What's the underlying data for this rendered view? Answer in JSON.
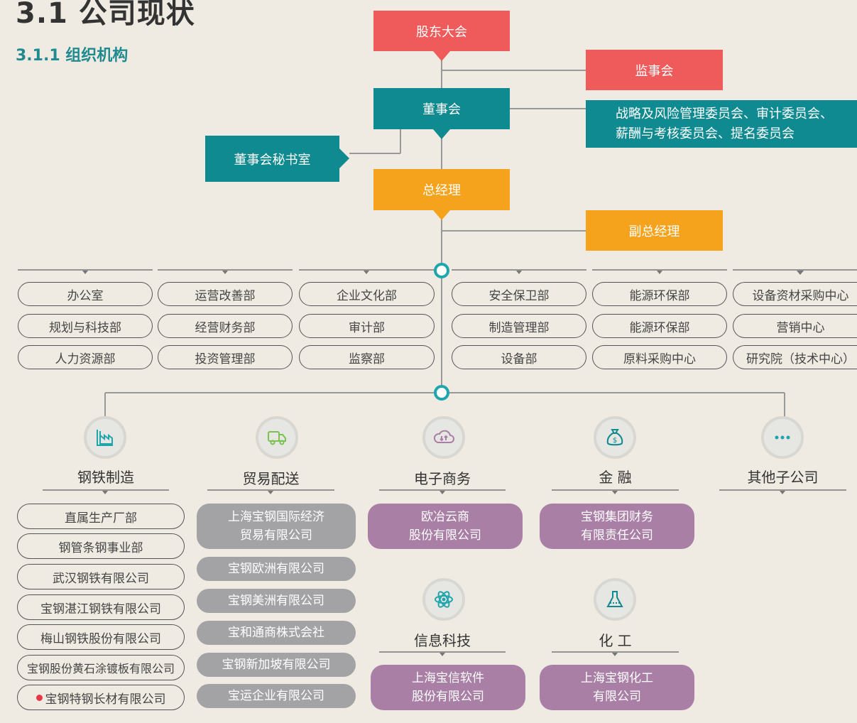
{
  "page": {
    "title": "3.1 公司现状",
    "subtitle": "3.1.1 组织机构"
  },
  "governance": {
    "shareholders": "股东大会",
    "supervisory": "监事会",
    "board": "董事会",
    "committees_line1": "战略及风险管理委员会、审计委员会、",
    "committees_line2": "薪酬与考核委员会、提名委员会",
    "board_secretary": "董事会秘书室",
    "gm": "总经理",
    "deputy_gm": "副总经理"
  },
  "departments": [
    [
      "办公室",
      "规划与科技部",
      "人力资源部"
    ],
    [
      "运营改善部",
      "经营财务部",
      "投资管理部"
    ],
    [
      "企业文化部",
      "审计部",
      "监察部"
    ],
    [
      "安全保卫部",
      "制造管理部",
      "设备部"
    ],
    [
      "能源环保部",
      "能源环保部",
      "原料采购中心"
    ],
    [
      "设备资材采购中心",
      "营销中心",
      "研究院（技术中心）"
    ]
  ],
  "categories": {
    "steel": {
      "label": "钢铁制造",
      "icon": "factory-icon"
    },
    "trade": {
      "label": "贸易配送",
      "icon": "truck-icon"
    },
    "ecommerce": {
      "label": "电子商务",
      "icon": "cloud-icon"
    },
    "finance": {
      "label": "金 融",
      "icon": "money-bag-icon"
    },
    "other": {
      "label": "其他子公司",
      "icon": "ellipsis-icon"
    },
    "it": {
      "label": "信息科技",
      "icon": "atom-icon"
    },
    "chemical": {
      "label": "化 工",
      "icon": "flask-icon"
    }
  },
  "steel_units": [
    "直属生产厂部",
    "钢管条钢事业部",
    "武汉钢铁有限公司",
    "宝钢湛江钢铁有限公司",
    "梅山钢铁股份有限公司",
    "宝钢股份黄石涂镀板有限公司",
    "宝钢特钢长材有限公司"
  ],
  "trade_units": [
    {
      "l1": "上海宝钢国际经济",
      "l2": "贸易有限公司"
    },
    {
      "l1": "宝钢欧洲有限公司",
      "l2": ""
    },
    {
      "l1": "宝钢美洲有限公司",
      "l2": ""
    },
    {
      "l1": "宝和通商株式会社",
      "l2": ""
    },
    {
      "l1": "宝钢新加坡有限公司",
      "l2": ""
    },
    {
      "l1": "宝运企业有限公司",
      "l2": ""
    }
  ],
  "ecommerce_unit": {
    "l1": "欧冶云商",
    "l2": "股份有限公司"
  },
  "finance_unit": {
    "l1": "宝钢集团财务",
    "l2": "有限责任公司"
  },
  "it_unit": {
    "l1": "上海宝信软件",
    "l2": "股份有限公司"
  },
  "chemical_unit": {
    "l1": "上海宝钢化工",
    "l2": "有限公司"
  },
  "colors": {
    "red": "#ef5a5a",
    "teal": "#0f8a90",
    "orange": "#f5a31c",
    "gray": "#a3a3a6",
    "purple": "#a97fa6",
    "marker": "#e53946"
  }
}
